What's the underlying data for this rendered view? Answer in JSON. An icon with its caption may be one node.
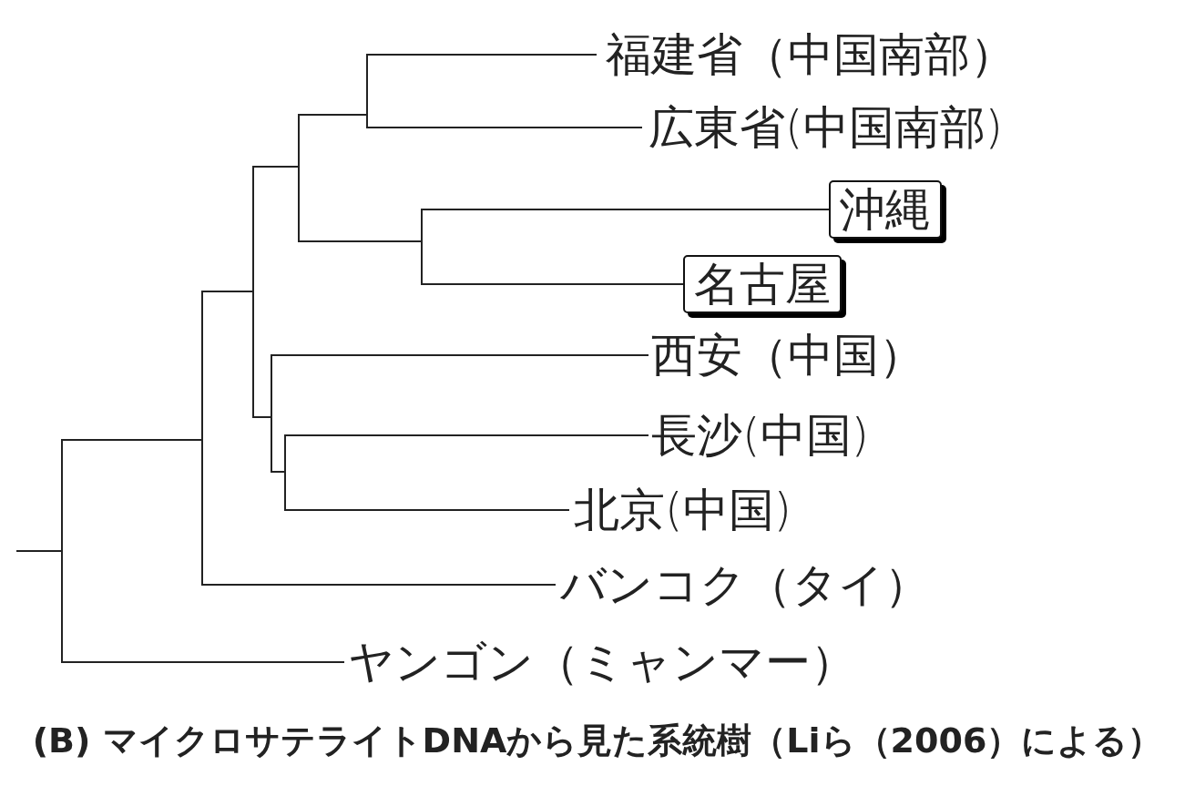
{
  "diagram": {
    "caption": "(B) マイクロサテライトDNAから見た系統樹（Liら（2006）による）",
    "nodes": [
      {
        "text": [
          "福建省（中国南部）"
        ]
      },
      {
        "text": [
          "広東省(中国南部)"
        ]
      },
      {
        "text": [
          "沖縄"
        ]
      },
      {
        "text": [
          "名古屋"
        ]
      },
      {
        "text": [
          "西安（中国）"
        ]
      },
      {
        "text": [
          "長沙(中国)"
        ]
      },
      {
        "text": [
          "北京(中国)"
        ]
      },
      {
        "text": [
          "バンコク（タイ）"
        ]
      },
      {
        "text": [
          "ヤンゴン（ミャンマー）"
        ]
      }
    ],
    "edges": [
      {
        "from": null,
        "to": 0,
        "arrow": "none"
      },
      {
        "from": null,
        "to": 1,
        "arrow": "none"
      },
      {
        "from": null,
        "to": 2,
        "arrow": "none"
      },
      {
        "from": null,
        "to": 3,
        "arrow": "none"
      },
      {
        "from": null,
        "to": 4,
        "arrow": "none"
      },
      {
        "from": null,
        "to": 5,
        "arrow": "none"
      },
      {
        "from": null,
        "to": 6,
        "arrow": "none"
      },
      {
        "from": null,
        "to": 7,
        "arrow": "none"
      },
      {
        "from": null,
        "to": 8,
        "arrow": "none"
      }
    ]
  }
}
